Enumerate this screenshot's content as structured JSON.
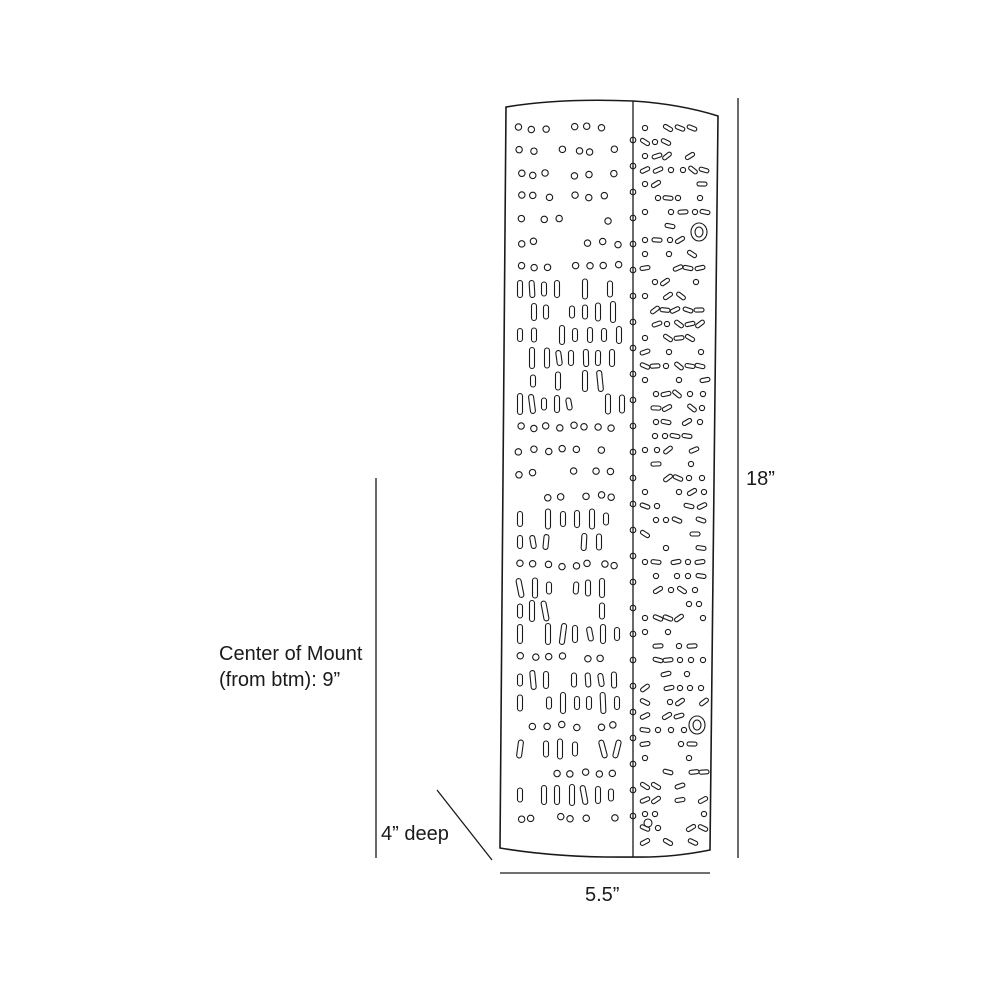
{
  "dimensions": {
    "height_label": "18”",
    "mount_label_line1": "Center of Mount",
    "mount_label_line2": "(from btm): 9”",
    "depth_label": "4” deep",
    "width_label": "5.5”"
  },
  "fixture": {
    "type": "wall sconce",
    "pattern": "perforated dots and slots",
    "mount_points": 2
  }
}
